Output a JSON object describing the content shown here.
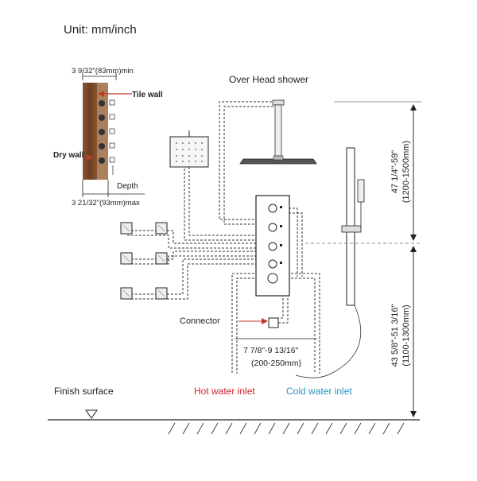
{
  "header": {
    "unit_label": "Unit: mm/inch"
  },
  "labels": {
    "overhead_shower": "Over Head shower",
    "tile_wall": "Tile wall",
    "dry_wall": "Dry wall",
    "depth": "Depth",
    "connector": "Connector",
    "finish_surface": "Finish surface",
    "hot_water_inlet": "Hot water inlet",
    "cold_water_inlet": "Cold water inlet"
  },
  "dimensions": {
    "wall_min": "3 9/32\"(83mm)min",
    "wall_max": "3 21/32\"(93mm)max",
    "inlet_spacing": "7 7/8\"-9 13/16\"",
    "inlet_spacing_mm": "(200-250mm)",
    "upper_height": "47 1/4\"-59\"",
    "upper_height_mm": "(1200-1500mm)",
    "lower_height": "43 5/8\"-51  3/16\"",
    "lower_height_mm": "(1100-1300mm)"
  },
  "colors": {
    "line": "#222222",
    "hot": "#d0202a",
    "cold": "#2a93c0",
    "wood": "#7a4a2a",
    "tile_arrow": "#c0392b"
  }
}
